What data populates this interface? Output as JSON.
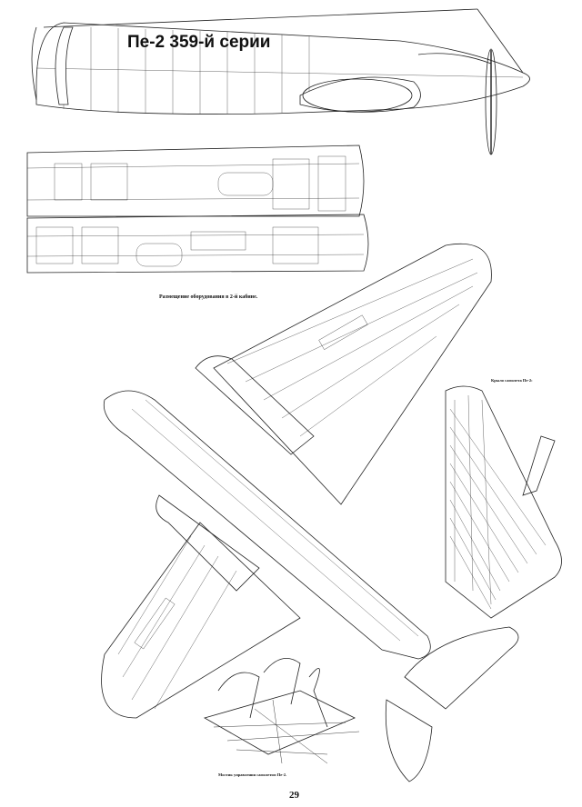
{
  "page": {
    "title": "Пе-2 359-й серии",
    "page_number": "29"
  },
  "captions": {
    "cabin": "Размещение оборудования в 2-й кабине.",
    "wing": "Крыло самолета Пе-2:",
    "pedals": "Мостик управления самолетом Пе-2."
  }
}
